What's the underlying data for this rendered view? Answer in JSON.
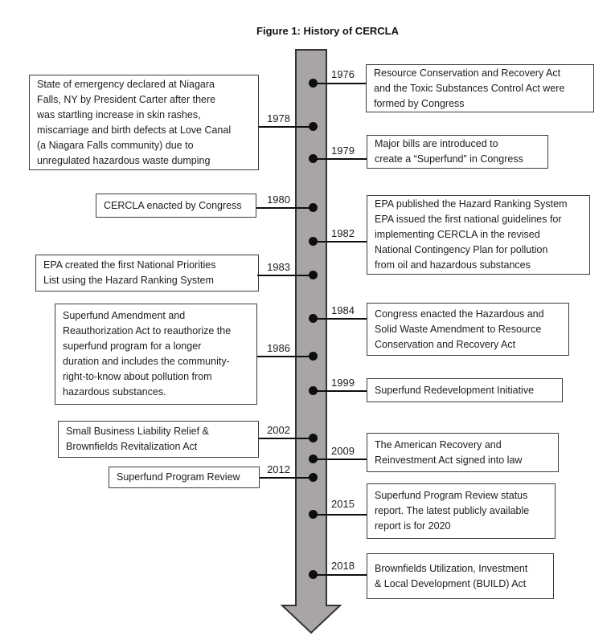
{
  "title": "Figure 1: History of CERCLA",
  "colors": {
    "arrow_fill": "#a9a5a5",
    "arrow_stroke": "#333333",
    "box_border": "#3c3c3c",
    "text": "#1c1c1c"
  },
  "events": [
    {
      "year": "1976",
      "side": "right",
      "text": "Resource Conservation and Recovery Act\nand the Toxic Substances Control Act were\nformed by Congress"
    },
    {
      "year": "1978",
      "side": "left",
      "text": "State of emergency declared at Niagara\nFalls, NY by President Carter after there\nwas startling increase in skin rashes,\nmiscarriage and birth defects at Love Canal\n(a Niagara Falls community) due to\nunregulated hazardous waste dumping"
    },
    {
      "year": "1979",
      "side": "right",
      "text": "Major bills are introduced to\ncreate a “Superfund” in Congress"
    },
    {
      "year": "1980",
      "side": "left",
      "text": "CERCLA  enacted by Congress"
    },
    {
      "year": "1982",
      "side": "right",
      "text": "EPA published the Hazard Ranking System\nEPA issued the first national guidelines for\nimplementing CERCLA in the revised\nNational Contingency Plan for pollution\nfrom oil and hazardous substances"
    },
    {
      "year": "1983",
      "side": "left",
      "text": "EPA created the first National Priorities\nList using the Hazard Ranking System"
    },
    {
      "year": "1984",
      "side": "right",
      "text": "Congress enacted the Hazardous and\nSolid Waste Amendment to Resource\nConservation and Recovery Act"
    },
    {
      "year": "1986",
      "side": "left",
      "text": "Superfund Amendment and\nReauthorization Act to reauthorize the\nsuperfund program for a longer\nduration and includes the community-\nright-to-know about pollution from\nhazardous substances."
    },
    {
      "year": "1999",
      "side": "right",
      "text": "Superfund Redevelopment Initiative"
    },
    {
      "year": "2002",
      "side": "left",
      "text": "Small Business Liability Relief &\nBrownfields Revitalization Act"
    },
    {
      "year": "2009",
      "side": "right",
      "text": "The American Recovery and\nReinvestment Act signed into law"
    },
    {
      "year": "2012",
      "side": "left",
      "text": "Superfund Program Review"
    },
    {
      "year": "2015",
      "side": "right",
      "text": "Superfund Program Review status\nreport.  The latest publicly available\nreport is for 2020"
    },
    {
      "year": "2018",
      "side": "right",
      "text": "Brownfields Utilization, Investment\n& Local Development (BUILD) Act"
    }
  ]
}
